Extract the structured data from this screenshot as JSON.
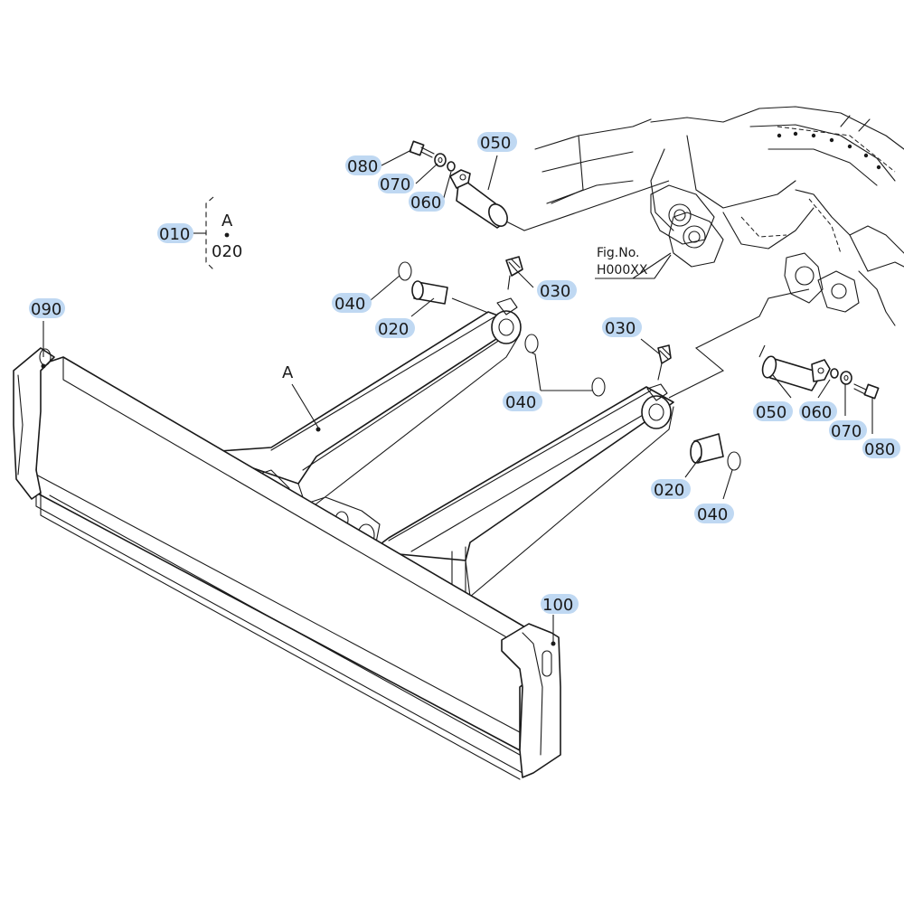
{
  "parts": {
    "p010": "010",
    "p020_a": "020",
    "p020_b": "020",
    "p030_a": "030",
    "p030_b": "030",
    "p040_a": "040",
    "p040_b": "040",
    "p040_c": "040",
    "p050_a": "050",
    "p050_b": "050",
    "p060_a": "060",
    "p060_b": "060",
    "p070_a": "070",
    "p070_b": "070",
    "p080_a": "080",
    "p080_b": "080",
    "p090": "090",
    "p100": "100"
  },
  "bracket": {
    "letter": "A",
    "number": "020"
  },
  "frame_label": "A",
  "figref": {
    "line1": "Fig.No.",
    "line2": "H000XX"
  }
}
